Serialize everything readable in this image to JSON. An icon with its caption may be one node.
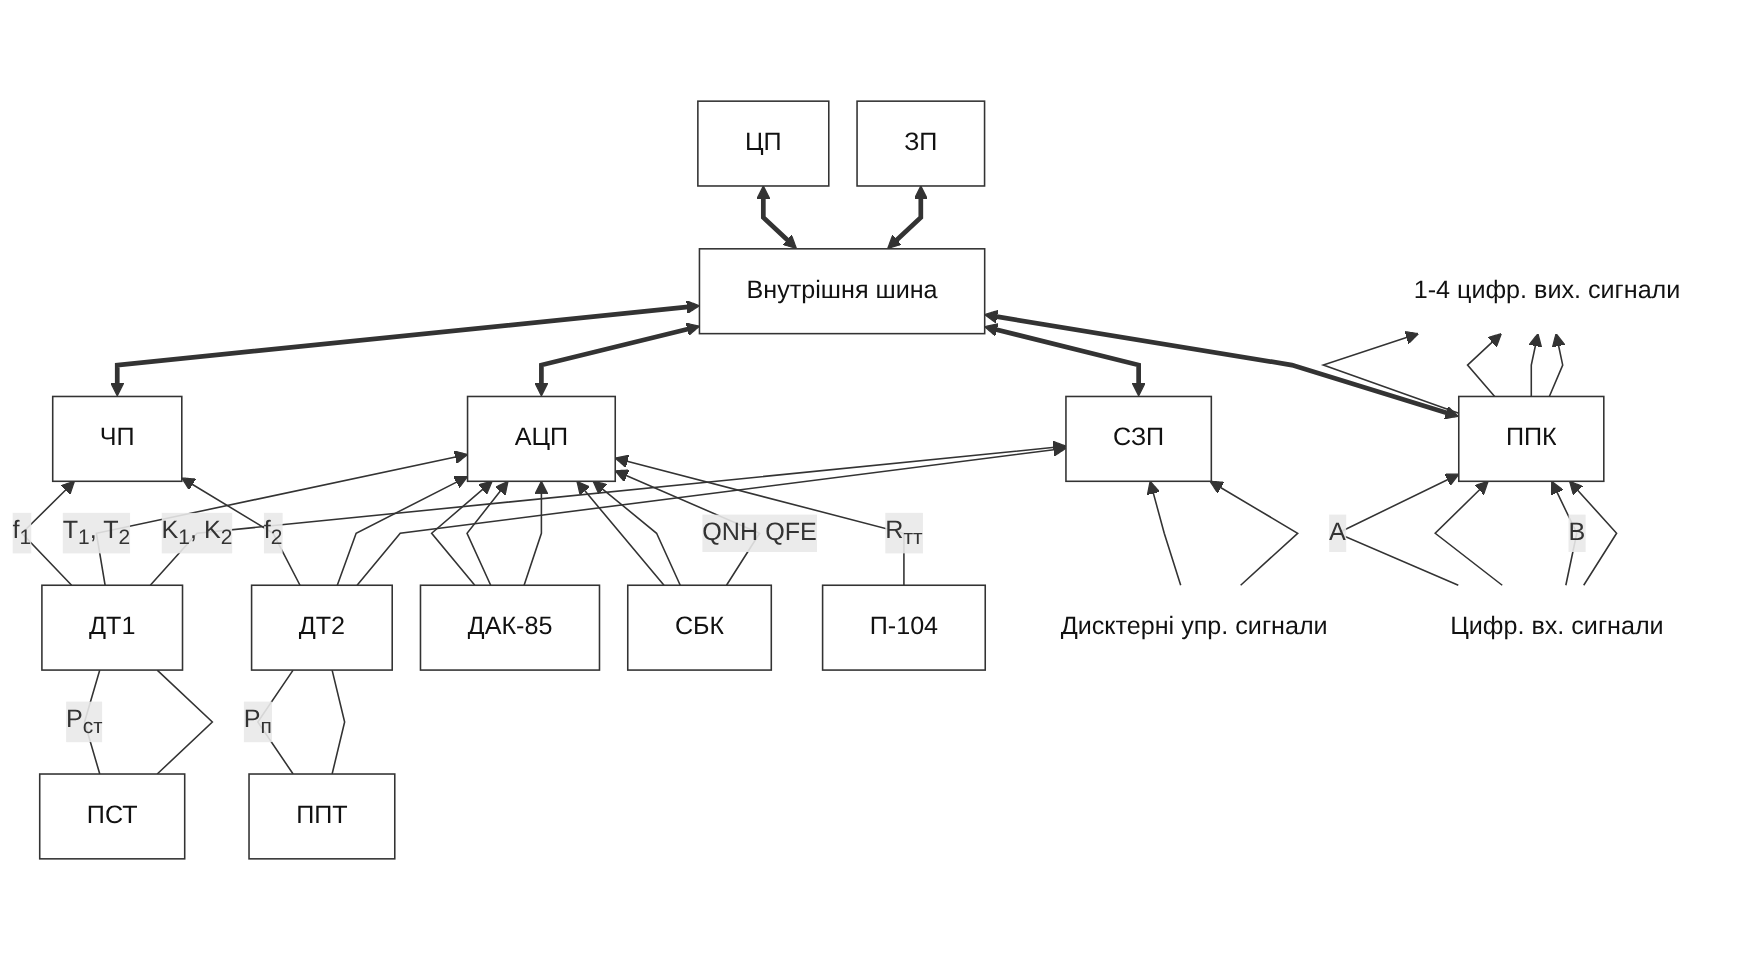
{
  "diagram": {
    "nodes": [
      {
        "text": [
          "ЦП"
        ]
      },
      {
        "text": [
          "ЗП"
        ]
      },
      {
        "text": [
          "Внутрішня шина"
        ]
      },
      {
        "text": [
          "ЧП"
        ]
      },
      {
        "text": [
          "АЦП"
        ]
      },
      {
        "text": [
          "СЗП"
        ]
      },
      {
        "text": [
          "ППК"
        ]
      },
      {
        "text": [
          "ДТ1"
        ]
      },
      {
        "text": [
          "ДТ2"
        ]
      },
      {
        "text": [
          "ПСТ"
        ]
      },
      {
        "text": [
          "ППТ"
        ]
      },
      {
        "text": [
          "ДАК-85"
        ]
      },
      {
        "text": [
          "СБК"
        ]
      },
      {
        "text": [
          "П-104"
        ]
      },
      {
        "text": [
          "Дисктерні упр. сигнали"
        ]
      },
      {
        "text": [
          "Цифр. вх. сигнали"
        ]
      },
      {
        "text": [
          "1-4 цифр. вих. сигнали"
        ]
      }
    ],
    "edges": [
      {
        "from": 2,
        "to": 0,
        "arrow": "both",
        "style": "thick"
      },
      {
        "from": 2,
        "to": 1,
        "arrow": "both",
        "style": "thick"
      },
      {
        "from": 3,
        "to": 2,
        "arrow": "both",
        "style": "thick"
      },
      {
        "from": 4,
        "to": 2,
        "arrow": "both",
        "style": "thick"
      },
      {
        "from": 5,
        "to": 2,
        "arrow": "both",
        "style": "thick"
      },
      {
        "from": 6,
        "to": 2,
        "arrow": "both",
        "style": "thick"
      },
      {
        "from": 7,
        "to": 3,
        "arrow": "to",
        "label": "f$_{1}$"
      },
      {
        "from": 8,
        "to": 3,
        "arrow": "to",
        "label": "f$_{2}$"
      },
      {
        "from": 7,
        "to": 4,
        "arrow": "to",
        "label": "T$_{1}$, T$_{2}$"
      },
      {
        "from": 8,
        "to": 4,
        "arrow": "to"
      },
      {
        "from": 7,
        "to": 5,
        "arrow": "to",
        "label": "K$_{1}$, K$_{2}$"
      },
      {
        "from": 8,
        "to": 5,
        "arrow": "to"
      },
      {
        "from": 9,
        "to": 7,
        "arrow": "none",
        "label": "P$_{ст}$"
      },
      {
        "from": 9,
        "to": 7,
        "arrow": "none"
      },
      {
        "from": 10,
        "to": 8,
        "arrow": "none",
        "label": "P$_{п}$"
      },
      {
        "from": 10,
        "to": 8,
        "arrow": "none"
      },
      {
        "from": 11,
        "to": 4,
        "arrow": "to"
      },
      {
        "from": 11,
        "to": 4,
        "arrow": "to"
      },
      {
        "from": 11,
        "to": 4,
        "arrow": "to"
      },
      {
        "from": 12,
        "to": 4,
        "arrow": "to"
      },
      {
        "from": 12,
        "to": 4,
        "arrow": "to"
      },
      {
        "from": 12,
        "to": 4,
        "arrow": "to",
        "label": "QNH QFE"
      },
      {
        "from": 13,
        "to": 4,
        "arrow": "to",
        "label": "R$_{тт}$"
      },
      {
        "from": 14,
        "to": 5,
        "arrow": "to"
      },
      {
        "from": 14,
        "to": 5,
        "arrow": "to"
      },
      {
        "from": 15,
        "to": 6,
        "arrow": "to",
        "label": "A"
      },
      {
        "from": 15,
        "to": 6,
        "arrow": "to"
      },
      {
        "from": 15,
        "to": 6,
        "arrow": "to",
        "label": "B"
      },
      {
        "from": 15,
        "to": 6,
        "arrow": "to"
      },
      {
        "from": 6,
        "to": 16,
        "arrow": "to"
      },
      {
        "from": 6,
        "to": 16,
        "arrow": "to"
      },
      {
        "from": 6,
        "to": 16,
        "arrow": "to"
      },
      {
        "from": 6,
        "to": 16,
        "arrow": "to"
      }
    ]
  }
}
